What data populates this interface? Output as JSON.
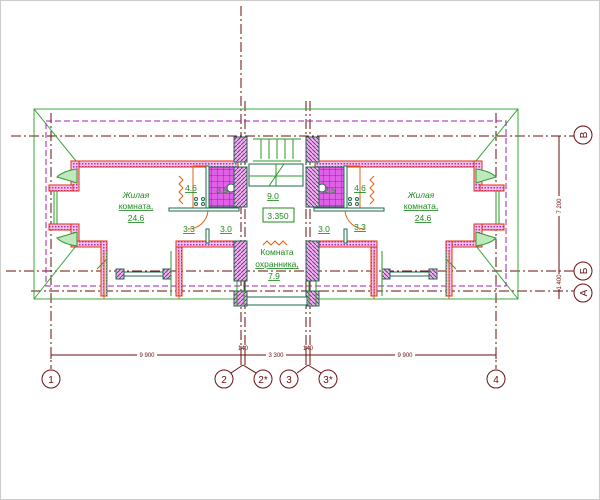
{
  "rooms": {
    "left_living": {
      "line1": "Жилая",
      "line2": "комната,",
      "area": "24.6"
    },
    "right_living": {
      "line1": "Жилая",
      "line2": "комната,",
      "area": "24.6"
    },
    "left_kitchen": "4.6",
    "right_kitchen": "4.6",
    "left_bath": "3.5",
    "right_bath": "2.5",
    "hall": "9.0",
    "level_mark": "3.350",
    "left_corridor_a": "3.3",
    "left_corridor_b": "3.0",
    "right_corridor_b": "3.0",
    "right_corridor_a": "3.3",
    "guard": {
      "line1": "Комната",
      "line2": "охранника,",
      "area": "7.9"
    }
  },
  "dimensions": {
    "span_left": "9 900",
    "span_mid": "3 300",
    "span_right": "9 900",
    "offset_left": "140",
    "offset_right": "140",
    "depth_main": "7 200",
    "depth_small": "1 400"
  },
  "axes": {
    "vertical": [
      "1",
      "2",
      "2*",
      "3",
      "3*",
      "4"
    ],
    "horizontal": [
      "В",
      "Б",
      "А"
    ]
  },
  "colors": {
    "axis": "#6b0d0d",
    "roof": "#3aa83a",
    "wall": "#e03010",
    "dashed": "#a020b0",
    "label": "#1f8a1f"
  }
}
